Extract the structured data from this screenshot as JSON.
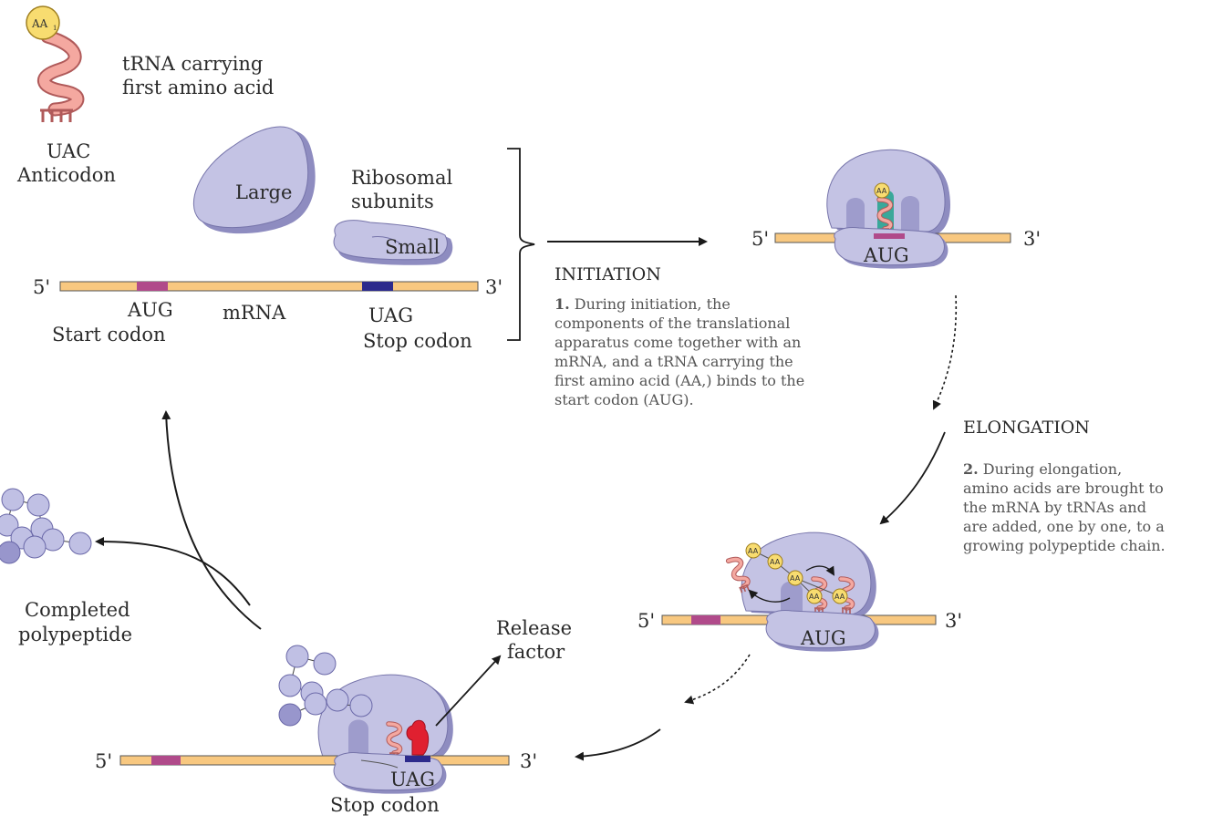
{
  "colors": {
    "mrna": "#f8c880",
    "start_codon": "#b04a8a",
    "stop_codon": "#2c2a8c",
    "ribosome": "#c4c3e4",
    "ribosome_dark": "#8e8cc0",
    "trna": "#f4a8a0",
    "trna_stroke": "#b05a5a",
    "amino_acid": "#f8dc70",
    "polypeptide": "#c0c0e4",
    "release_factor": "#e02030"
  },
  "labels": {
    "aa1": "AA",
    "aa1_sub": "1",
    "trna_line1": "tRNA carrying",
    "trna_line2": "first amino acid",
    "anticodon_line1": "UAC",
    "anticodon_line2": "Anticodon",
    "large": "Large",
    "small": "Small",
    "ribosomal_line1": "Ribosomal",
    "ribosomal_line2": "subunits",
    "five_prime": "5'",
    "three_prime": "3'",
    "aug": "AUG",
    "start_codon": "Start codon",
    "mrna": "mRNA",
    "uag": "UAG",
    "stop_codon": "Stop codon",
    "aa": "AA",
    "release_line1": "Release",
    "release_line2": "factor",
    "completed_line1": "Completed",
    "completed_line2": "polypeptide"
  },
  "initiation": {
    "title": "INITIATION",
    "number": "1.",
    "lines": [
      " During initiation, the",
      "components of the translational",
      "apparatus come together with an",
      "mRNA, and a tRNA carrying the",
      "first amino acid (AA,) binds to the",
      "start codon (AUG)."
    ]
  },
  "elongation": {
    "title": "ELONGATION",
    "number": "2.",
    "lines": [
      "  During elongation,",
      "amino acids are brought to",
      "the mRNA by tRNAs and",
      "are added, one by one, to a",
      "growing polypeptide chain."
    ]
  }
}
